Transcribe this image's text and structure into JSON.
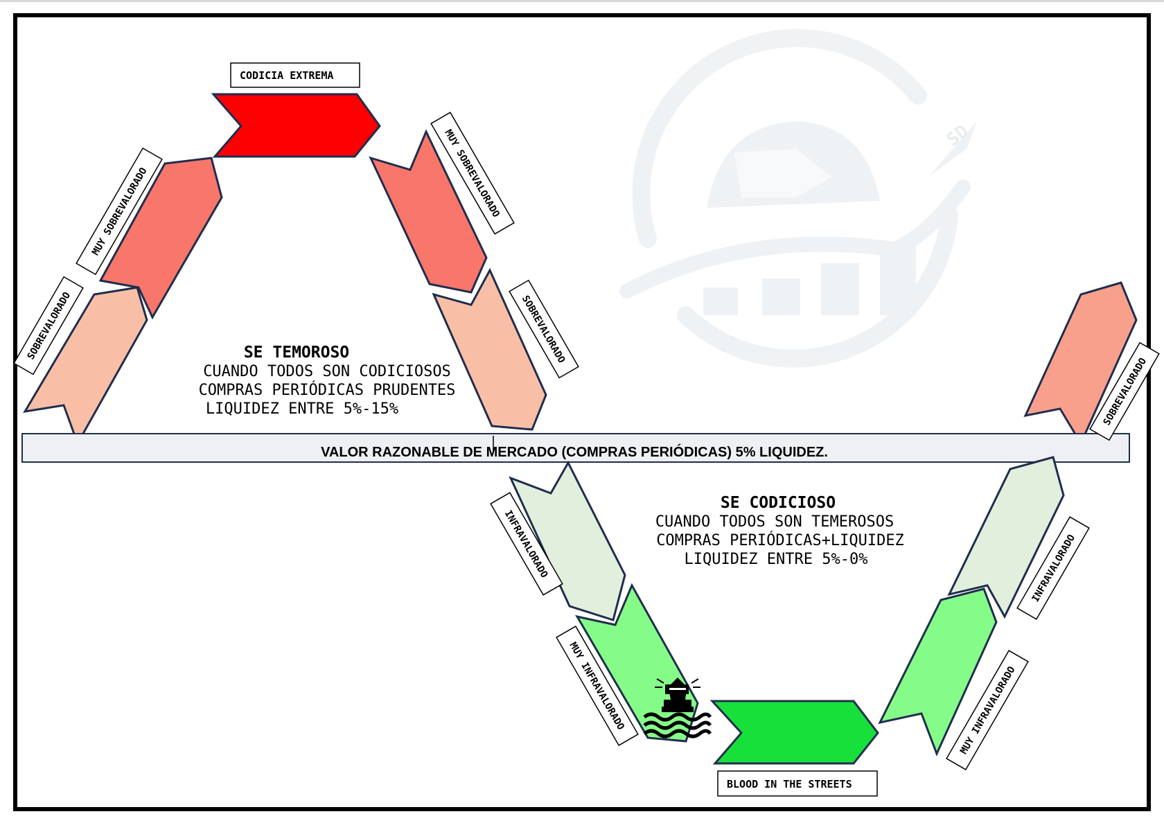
{
  "labels": {
    "codicia_extrema": "CODICIA EXTREMA",
    "blood_in_the_streets": "BLOOD IN THE STREETS",
    "muy_sobrevalorado": "MUY SOBREVALORADO",
    "sobrevalorado": "SOBREVALORADO",
    "infravalorado": "INFRAVALORADO",
    "muy_infravalorado": "MUY INFRAVALORADO"
  },
  "fearful_block": {
    "title": "SE TEMOROSO",
    "line1": "CUANDO TODOS SON CODICIOSOS",
    "line2": "COMPRAS PERIÓDICAS PRUDENTES",
    "line3": "LIQUIDEZ ENTRE 5%-15%"
  },
  "greedy_block": {
    "title": "SE CODICIOSO",
    "line1": "CUANDO TODOS SON TEMEROSOS",
    "line2": "COMPRAS PERIÓDICAS+LIQUIDEZ",
    "line3": "LIQUIDEZ ENTRE 5%-0%"
  },
  "fair_value_bar": "VALOR RAZONABLE DE MERCADO (COMPRAS PERIÓDICAS) 5% LIQUIDEZ.",
  "watermark_text": "SD",
  "colors": {
    "extreme_greed": "#ff0000",
    "very_overvalued": "#f8766a",
    "overvalued": "#f9bfa6",
    "overvalued_right": "#f9a08c",
    "undervalued": "#e2efdc",
    "very_undervalued": "#86fc88",
    "blood_in_streets": "#17e03a",
    "outline": "#1f2d4d",
    "bar_fill": "#eef0f3",
    "frame": "#000000"
  },
  "icons": {
    "watermark": "turtle-growth-logo-icon",
    "lighthouse": "lighthouse-icon"
  }
}
